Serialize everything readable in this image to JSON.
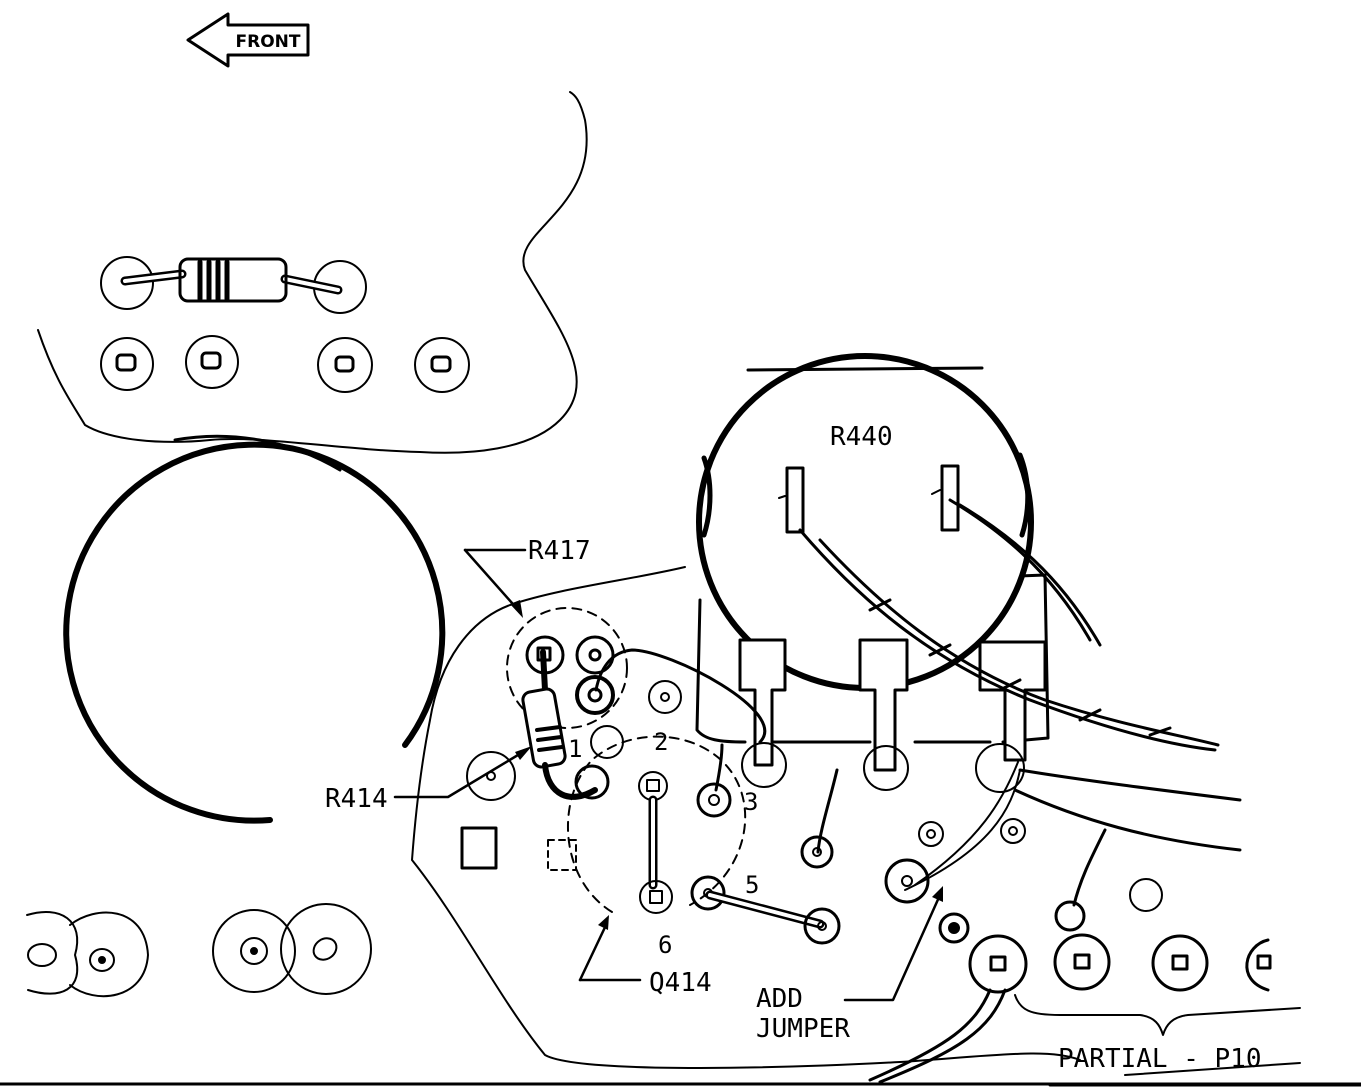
{
  "diagram": {
    "front_label": "FRONT",
    "components": {
      "r440": "R440",
      "r417": "R417",
      "r414": "R414",
      "q414": "Q414"
    },
    "pins": [
      "1",
      "2",
      "3",
      "5",
      "6"
    ],
    "note": {
      "line1": "ADD",
      "line2": "JUMPER"
    },
    "caption": "PARTIAL - P10"
  }
}
